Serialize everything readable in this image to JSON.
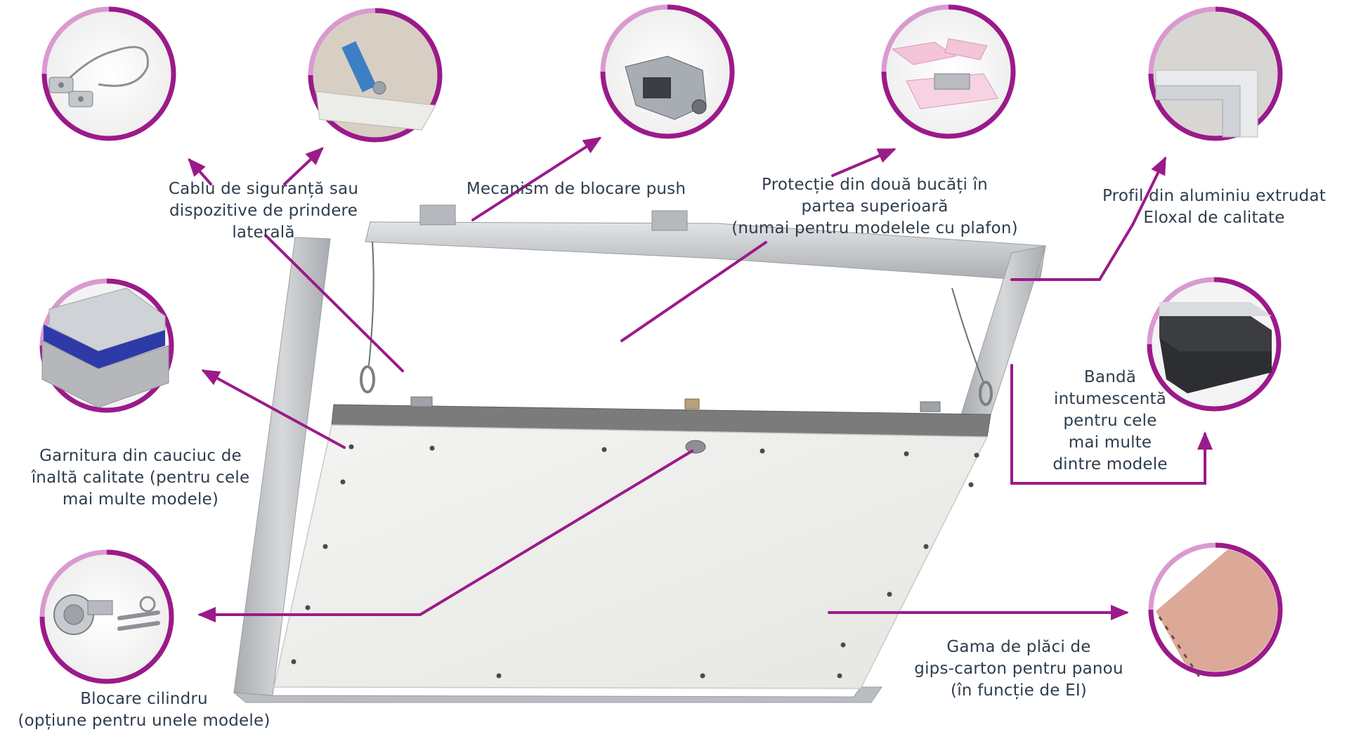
{
  "colors": {
    "accent": "#9b1a8a",
    "accent_light": "#d99ad0",
    "text": "#2e3d4c",
    "frame": "#b9bcc0",
    "panel": "#eeeeec",
    "gasket": "#7a7a7a"
  },
  "callouts": [
    {
      "id": "safety-cable",
      "icon": "safety-cable-icon",
      "lines": [
        "Cablu de siguranță sau",
        "dispozitive de prindere",
        "laterală"
      ]
    },
    {
      "id": "push-lock",
      "icon": "push-lock-mechanism-icon",
      "lines": [
        "Mecanism de blocare push"
      ]
    },
    {
      "id": "top-protection",
      "icon": "two-piece-protection-icon",
      "lines": [
        "Protecție din două bucăți în",
        "partea superioară",
        "(numai pentru modelele cu plafon)"
      ]
    },
    {
      "id": "aluminium-profile",
      "icon": "aluminium-profile-icon",
      "lines": [
        "Profil din aluminiu extrudat",
        "Eloxal de calitate"
      ]
    },
    {
      "id": "intumescent-band",
      "icon": "intumescent-band-icon",
      "lines": [
        "Bandă",
        "intumescentă",
        "pentru cele",
        "mai multe",
        "dintre modele"
      ]
    },
    {
      "id": "rubber-gasket",
      "icon": "rubber-gasket-icon",
      "lines": [
        "Garnitura din cauciuc de",
        "înaltă calitate (pentru cele",
        "mai multe modele)"
      ]
    },
    {
      "id": "cylinder-lock",
      "icon": "cylinder-lock-icon",
      "lines": [
        "Blocare cilindru",
        "(opțiune pentru unele modele)"
      ]
    },
    {
      "id": "plasterboard",
      "icon": "plasterboard-icon",
      "lines": [
        "Gama de plăci de",
        "gips-carton pentru panou",
        "(în funcție de EI)"
      ]
    }
  ]
}
